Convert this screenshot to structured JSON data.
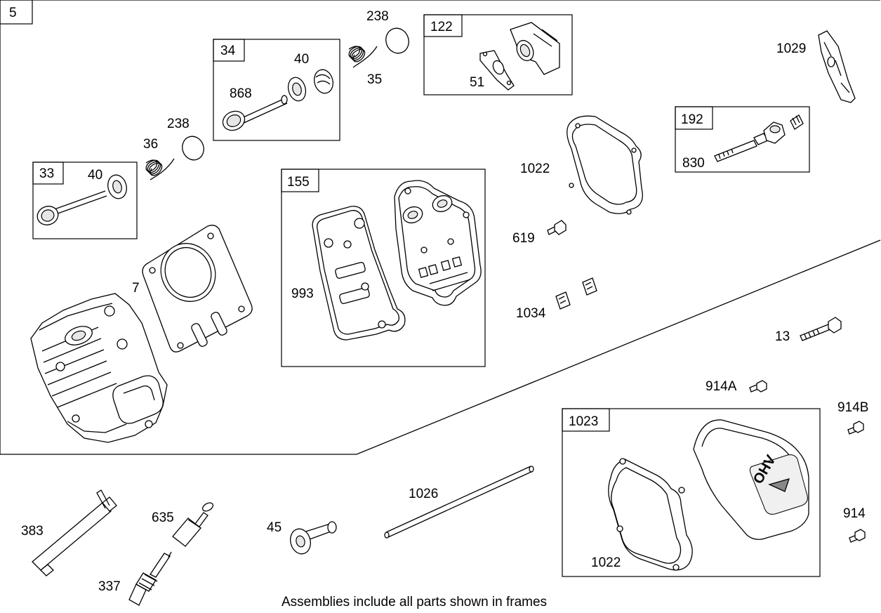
{
  "section_label": "5",
  "caption": "Assemblies include all parts shown in frames",
  "frames": {
    "f33": "33",
    "f34": "34",
    "f122": "122",
    "f155": "155",
    "f192": "192",
    "f1023": "1023"
  },
  "callouts": {
    "c238a": "238",
    "c35": "35",
    "c40a": "40",
    "c868": "868",
    "c51": "51",
    "c1029": "1029",
    "c238b": "238",
    "c36": "36",
    "c40b": "40",
    "c830": "830",
    "c1022a": "1022",
    "c619": "619",
    "c7": "7",
    "c993": "993",
    "c1034": "1034",
    "c13": "13",
    "c914a": "914A",
    "c914b": "914B",
    "c914": "914",
    "c1022b": "1022",
    "c1026": "1026",
    "c383": "383",
    "c635": "635",
    "c45": "45",
    "c337": "337"
  },
  "emblem_text": "OHV"
}
